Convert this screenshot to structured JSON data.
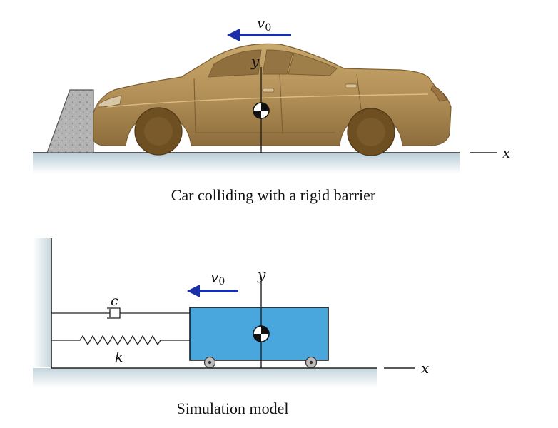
{
  "top": {
    "velocity_symbol": "v",
    "velocity_subscript": "0",
    "y_axis_label": "y",
    "x_axis_label": "x",
    "caption": "Car colliding with a rigid barrier"
  },
  "bottom": {
    "velocity_symbol": "v",
    "velocity_subscript": "0",
    "y_axis_label": "y",
    "x_axis_label": "x",
    "damper_label": "c",
    "spring_label": "k",
    "caption": "Simulation model"
  },
  "colors": {
    "arrow": "#1b2fa8",
    "car_body": "#b4935b",
    "car_shadow": "#8d6d3b",
    "tire": "#6e4f22",
    "barrier": "#a9a9a9",
    "ground_shade": "#c9d8e0",
    "block": "#4aa7de",
    "block_stroke": "#1a1a1a"
  }
}
